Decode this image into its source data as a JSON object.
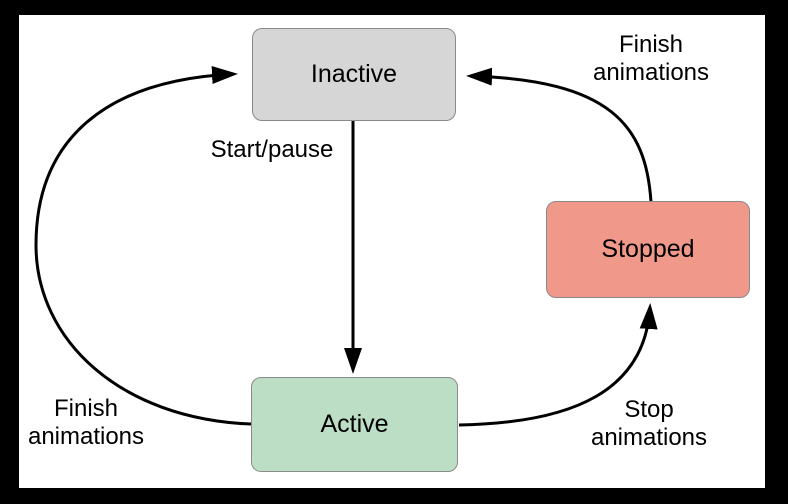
{
  "diagram": {
    "colors": {
      "frame_background": "#000000",
      "surface_background": "#ffffff",
      "line": "#000000",
      "text": "#000000"
    },
    "nodes": [
      {
        "id": "inactive",
        "label": "Inactive",
        "fill": "#d6d6d6",
        "border": "#8a8a8a"
      },
      {
        "id": "stopped",
        "label": "Stopped",
        "fill": "#f0998a",
        "border": "#8a8a8a"
      },
      {
        "id": "active",
        "label": "Active",
        "fill": "#bcdec4",
        "border": "#8a8a8a"
      }
    ],
    "edges": [
      {
        "id": "start-pause",
        "from": "Inactive",
        "to": "Active",
        "label": "Start/pause",
        "lines": [
          "Start/pause"
        ]
      },
      {
        "id": "stop-animations",
        "from": "Active",
        "to": "Stopped",
        "label": "Stop animations",
        "lines": [
          "Stop",
          "animations"
        ]
      },
      {
        "id": "finish-animations-top",
        "from": "Stopped",
        "to": "Inactive",
        "label": "Finish animations",
        "lines": [
          "Finish",
          "animations"
        ]
      },
      {
        "id": "finish-animations-left",
        "from": "Active",
        "to": "Inactive",
        "label": "Finish animations",
        "lines": [
          "Finish",
          "animations"
        ]
      }
    ]
  }
}
